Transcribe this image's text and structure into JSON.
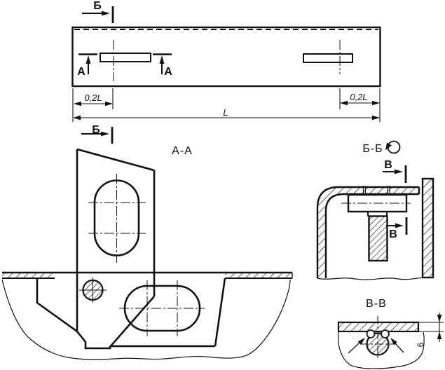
{
  "drawing": {
    "plan_view": {
      "marker_b": "Б",
      "marker_a": "А",
      "dim_02l": "0,2L",
      "dim_l": "L"
    },
    "sections": {
      "aa": {
        "title": "А-А"
      },
      "bb": {
        "title": "Б-Б",
        "marker_v": "В"
      },
      "vv": {
        "title": "В-В",
        "dim_thickness": "6"
      }
    },
    "colors": {
      "line": "#111111",
      "background": "#ffffff"
    }
  }
}
